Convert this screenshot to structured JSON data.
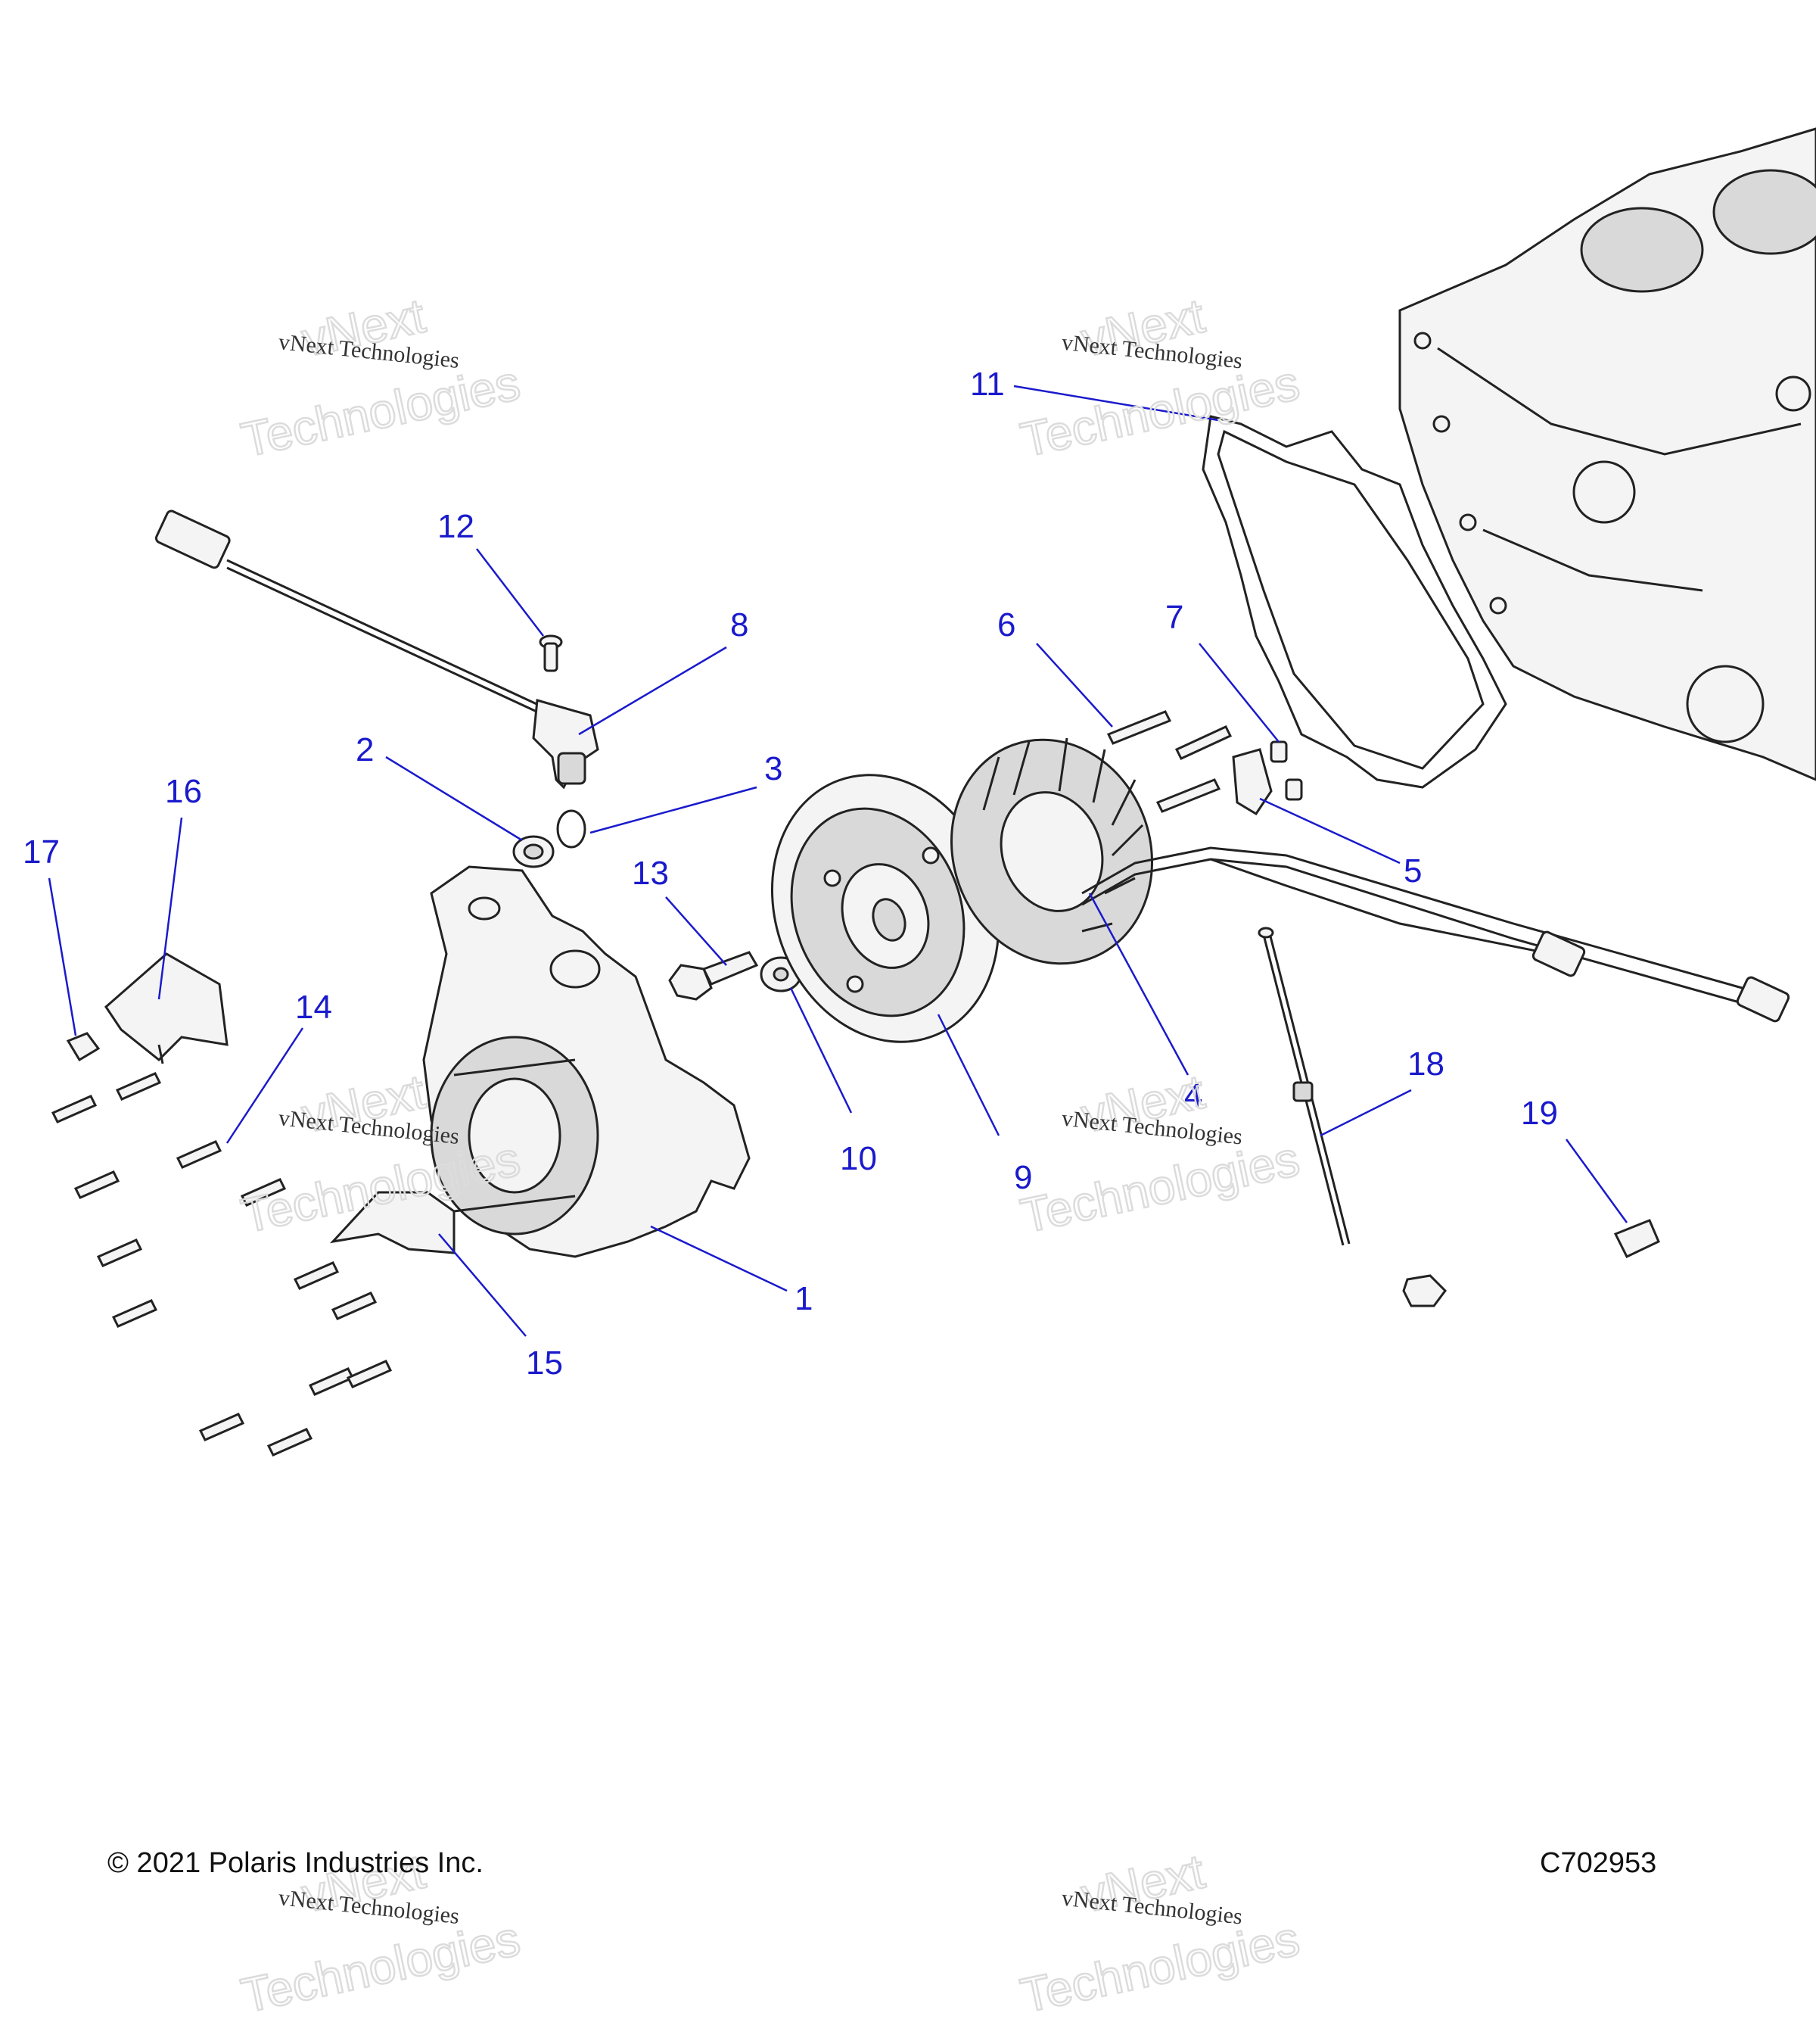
{
  "diagram": {
    "copyright": "© 2021 Polaris Industries Inc.",
    "figure_id": "C702953",
    "watermark": {
      "line1": "vNext",
      "line2": "vNext Technologies",
      "line3": "Technologies"
    },
    "callouts": [
      {
        "label": "1"
      },
      {
        "label": "2"
      },
      {
        "label": "3"
      },
      {
        "label": "4"
      },
      {
        "label": "5"
      },
      {
        "label": "6"
      },
      {
        "label": "7"
      },
      {
        "label": "8"
      },
      {
        "label": "9"
      },
      {
        "label": "10"
      },
      {
        "label": "11"
      },
      {
        "label": "12"
      },
      {
        "label": "13"
      },
      {
        "label": "14"
      },
      {
        "label": "15"
      },
      {
        "label": "16"
      },
      {
        "label": "17"
      },
      {
        "label": "18"
      },
      {
        "label": "19"
      }
    ]
  }
}
